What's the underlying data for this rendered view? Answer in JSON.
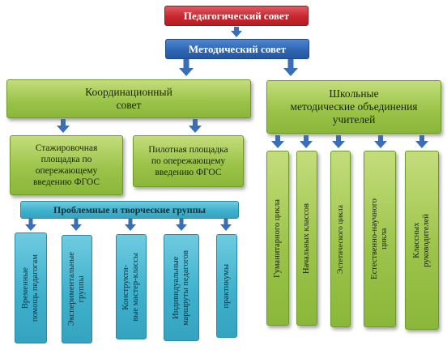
{
  "pedsovet": "Педагогический совет",
  "metodsovet": "Методический совет",
  "coord": "Координационный\nсовет",
  "shkolnye": "Школьные\nметодические объединения\nучителей",
  "stazh": "Стажировочная\nплощадка по\nопережающему\nвведению ФГОС",
  "pilot": "Пилотная площадка\nпо опережающему\nвведению ФГОС",
  "problem": "Проблемные и творческие группы",
  "groups": [
    "Временные\nпомощь педагогам",
    "Экспериментальные\nгруппы",
    "Конструкти-\nвые мастер-классы",
    "Индивидуальные\nмаршруты педагогов",
    "практикумы"
  ],
  "mo": [
    "Гуманитарного цикла",
    "Начальных классов",
    "Эстетического цикла",
    "Естественно-научного\nцикла",
    "Классных\nруководителей"
  ]
}
